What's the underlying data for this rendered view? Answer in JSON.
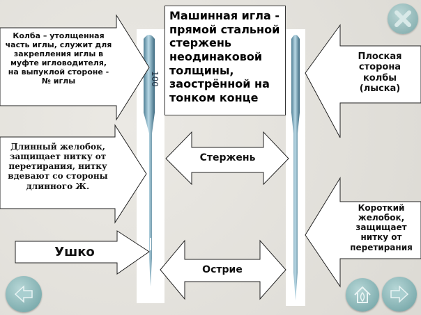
{
  "slide": {
    "title": "Машинная игла - прямой стальной стержень неодинаковой толщины, заострённой на тонком конце",
    "labels": {
      "kolba": "Колба – утолщенная часть иглы, служит для закрепления иглы в муфте игловодителя, на выпуклой стороне - № иглы",
      "ploskaya": "Плоская сторона колбы (лыска)",
      "dlinny": "Длинный желобок, защищает нитку от перетирания, нитку вдевают со стороны длинного Ж.",
      "sterzhen": "Стержень",
      "ushko": "Ушко",
      "ostrie": "Острие",
      "korotky": "Короткий желобок, защищает нитку от перетирания"
    },
    "needle_number": "100"
  },
  "nav": {
    "close": "close-icon",
    "back": "arrow-left-icon",
    "home": "home-icon",
    "forward": "arrow-right-icon"
  },
  "colors": {
    "button": "#8bbcbd",
    "background": "#e6e4de"
  }
}
